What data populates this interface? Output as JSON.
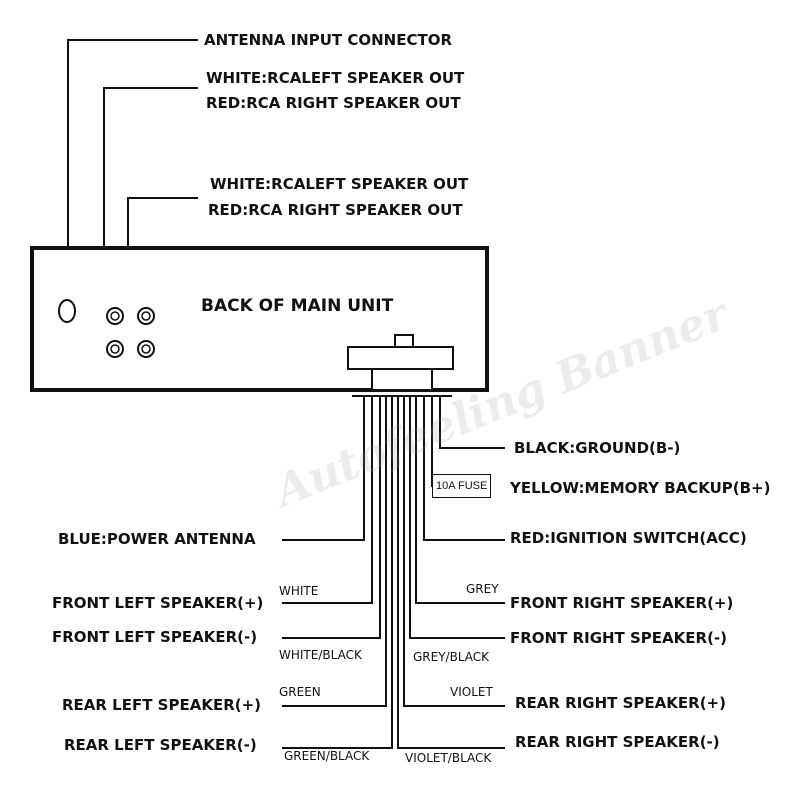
{
  "colors": {
    "line": "#111111",
    "background": "#ffffff",
    "watermark": "#969696"
  },
  "top_labels": {
    "antenna": "ANTENNA INPUT CONNECTOR",
    "rca1_white": "WHITE:RCALEFT SPEAKER OUT",
    "rca1_red": "RED:RCA RIGHT SPEAKER OUT",
    "rca2_white": "WHITE:RCALEFT SPEAKER OUT",
    "rca2_red": "RED:RCA RIGHT SPEAKER OUT"
  },
  "main_unit": {
    "title": "BACK OF MAIN UNIT"
  },
  "watermark": "Autofeeling Banner",
  "fuse": "10A FUSE",
  "right_labels": {
    "ground": "BLACK:GROUND(B-)",
    "memory": "YELLOW:MEMORY BACKUP(B+)",
    "ignition": "RED:IGNITION SWITCH(ACC)",
    "front_right_pos": "FRONT RIGHT SPEAKER(+)",
    "front_right_neg": "FRONT RIGHT SPEAKER(-)",
    "rear_right_pos": "REAR RIGHT SPEAKER(+)",
    "rear_right_neg": "REAR RIGHT SPEAKER(-)"
  },
  "left_labels": {
    "power_antenna": "BLUE:POWER ANTENNA",
    "front_left_pos": "FRONT LEFT SPEAKER(+)",
    "front_left_neg": "FRONT LEFT SPEAKER(-)",
    "rear_left_pos": "REAR LEFT SPEAKER(+)",
    "rear_left_neg": "REAR LEFT SPEAKER(-)"
  },
  "wire_colors": {
    "white": "WHITE",
    "white_black": "WHITE/BLACK",
    "green": "GREEN",
    "green_black": "GREEN/BLACK",
    "grey": "GREY",
    "grey_black": "GREY/BLACK",
    "violet": "VIOLET",
    "violet_black": "VIOLET/BLACK"
  }
}
